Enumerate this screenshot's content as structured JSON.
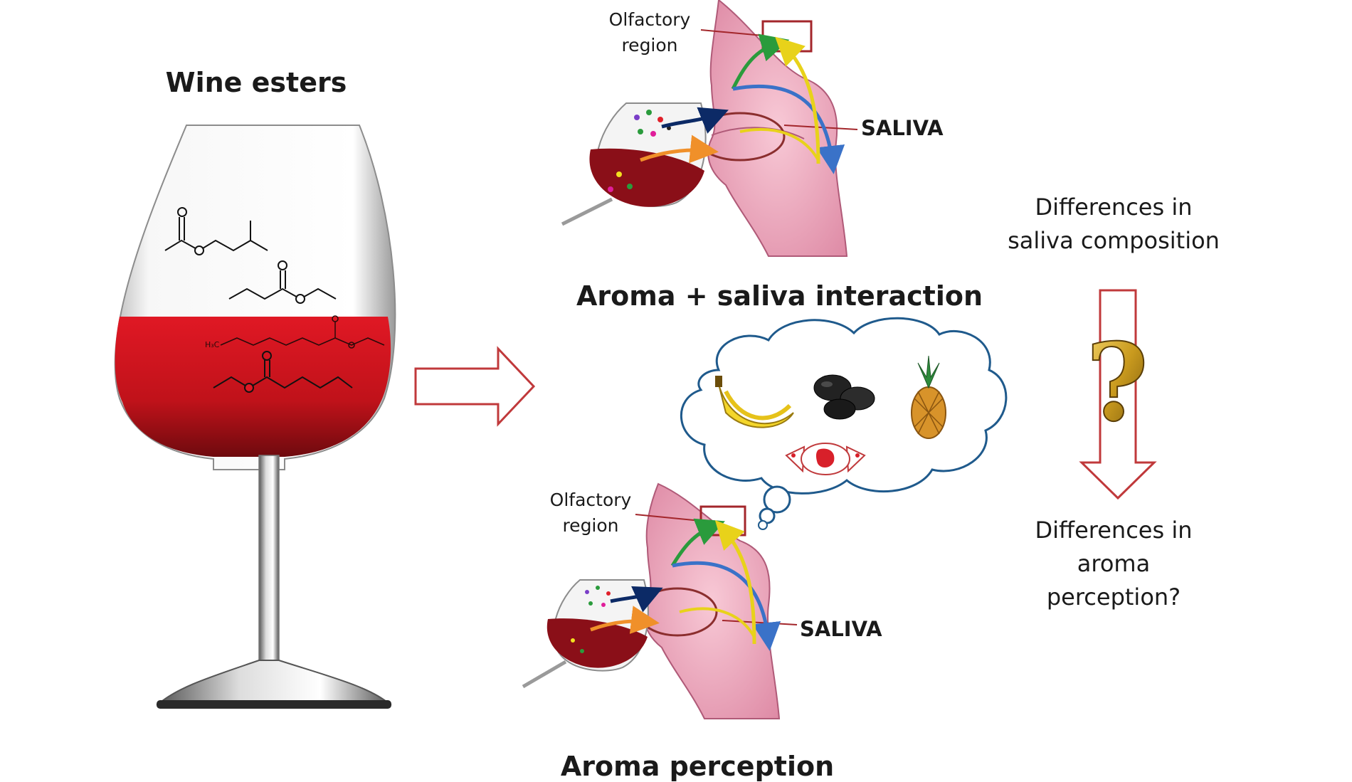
{
  "wine": {
    "title": "Wine esters",
    "formula_label": "H₃C"
  },
  "top_panel": {
    "olfactory_line1": "Olfactory",
    "olfactory_line2": "region",
    "saliva": "SALIVA",
    "caption": "Aroma + saliva interaction"
  },
  "bottom_panel": {
    "olfactory_line1": "Olfactory",
    "olfactory_line2": "region",
    "saliva": "SALIVA",
    "caption": "Aroma perception"
  },
  "right_column": {
    "saliva_diff_line1": "Differences in",
    "saliva_diff_line2": "saliva composition",
    "question_mark": "?",
    "aroma_diff_line1": "Differences in",
    "aroma_diff_line2": "aroma",
    "aroma_diff_line3": "perception?"
  },
  "thought_bubble": {
    "items": [
      "banana-icon",
      "prune-icon",
      "pineapple-icon",
      "strawberry-candy-icon"
    ]
  },
  "colors": {
    "wine": "#c8121c",
    "arrow_outline": "#c0393b",
    "bubble_outline": "#1f5a8c",
    "airflow_green": "#2a9b3c",
    "airflow_blue": "#3a72c8",
    "airflow_yellow": "#f2e020",
    "airflow_orange": "#f0902a",
    "tissue_pink": "#f2a9c0"
  }
}
